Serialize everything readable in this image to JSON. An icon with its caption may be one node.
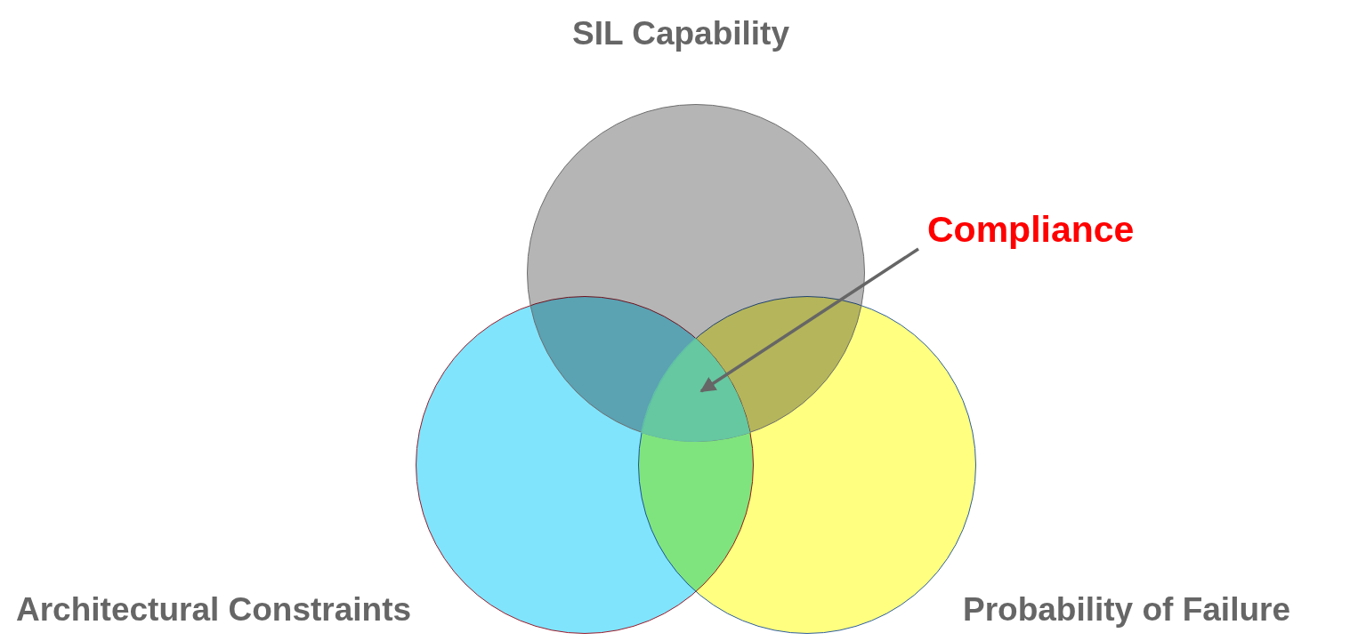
{
  "diagram": {
    "nodes": [
      {
        "text": [
          "SIL Capability"
        ]
      },
      {
        "text": [
          "Architectural Constraints"
        ]
      },
      {
        "text": [
          "Probability of Failure"
        ]
      },
      {
        "text": [
          "Compliance"
        ]
      },
      {
        "text": [],
        "shape": "region"
      }
    ],
    "edges": [
      {
        "from": 3,
        "to": 4,
        "arrow": "to"
      }
    ]
  }
}
